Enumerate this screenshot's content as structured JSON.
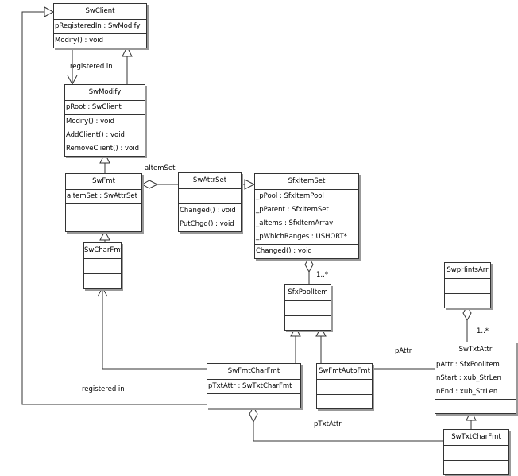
{
  "classes": {
    "swclient": {
      "name": "SwClient",
      "attributes": [
        "pRegisteredIn : SwModify"
      ],
      "methods": [
        "Modify() : void"
      ]
    },
    "swmodify": {
      "name": "SwModify",
      "attributes": [
        "pRoot : SwClient"
      ],
      "methods": [
        "Modify() : void",
        "AddClient() : void",
        "RemoveClient() : void"
      ]
    },
    "swfmt": {
      "name": "SwFmt",
      "attributes": [
        "aItemSet : SwAttrSet"
      ],
      "methods": []
    },
    "swattrset": {
      "name": "SwAttrSet",
      "attributes": [],
      "methods": [
        "Changed() : void",
        "PutChgd() : void"
      ]
    },
    "sfxitemset": {
      "name": "SfxItemSet",
      "attributes": [
        "_pPool : SfxItemPool",
        "_pParent : SfxItemSet",
        "_aItems : SfxItemArray",
        "_pWhichRanges : USHORT*"
      ],
      "methods": [
        "Changed() : void"
      ]
    },
    "swcharfmt": {
      "name": "SwCharFmt",
      "attributes": [],
      "methods": []
    },
    "sfxpoolitem": {
      "name": "SfxPoolItem",
      "attributes": [],
      "methods": []
    },
    "swphintsarr": {
      "name": "SwpHintsArr",
      "attributes": [],
      "methods": []
    },
    "swtxtattr": {
      "name": "SwTxtAttr",
      "attributes": [
        "pAttr : SfxPoolItem",
        "nStart : xub_StrLen",
        "nEnd : xub_StrLen"
      ],
      "methods": []
    },
    "swfmtcharfmt": {
      "name": "SwFmtCharFmt",
      "attributes": [
        "pTxtAttr : SwTxtCharFmt"
      ],
      "methods": []
    },
    "swfmtautofmt": {
      "name": "SwFmtAutoFmt",
      "attributes": [],
      "methods": []
    },
    "swtxtcharfmt": {
      "name": "SwTxtCharFmt",
      "attributes": [],
      "methods": []
    }
  },
  "labels": {
    "registered_in_top": "registered in",
    "aitemset": "aItemSet",
    "mult_pool": "1..*",
    "mult_hints": "1..*",
    "pattr": "pAttr",
    "registered_in_bottom": "registered in",
    "ptxtattr": "pTxtAttr"
  }
}
